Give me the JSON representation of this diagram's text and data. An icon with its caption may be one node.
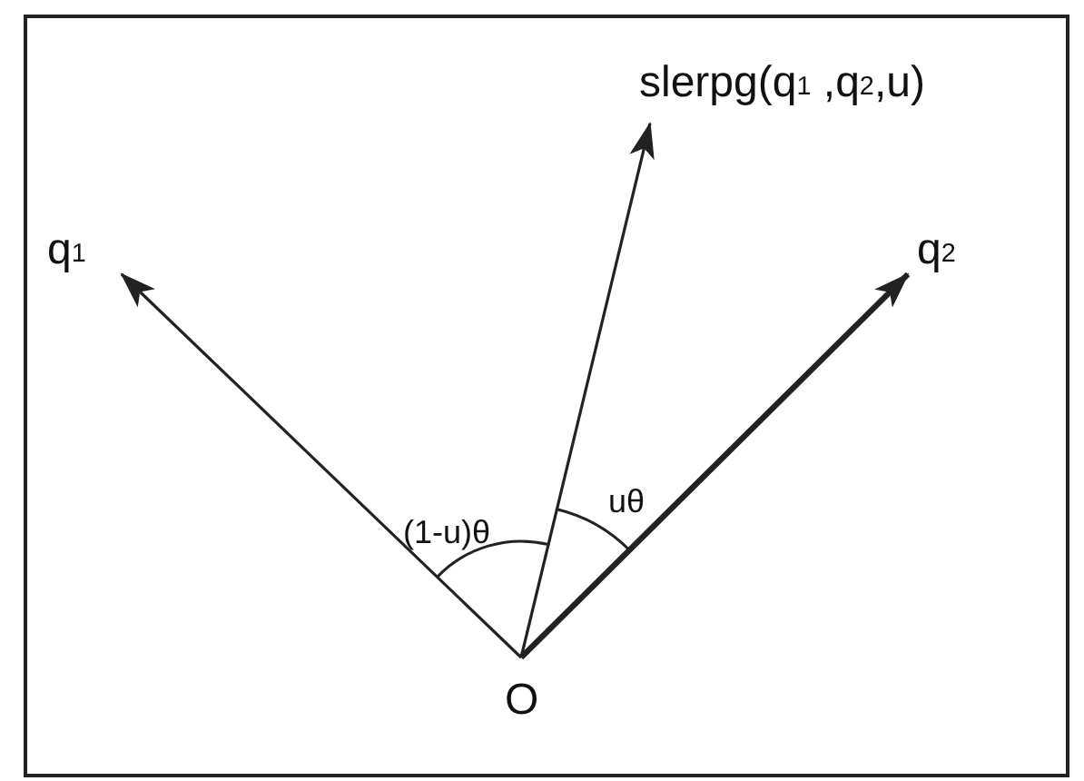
{
  "diagram": {
    "nodes": [
      {
        "text": [
          "q$_{1}$"
        ]
      },
      {
        "text": [
          "slerpg(q$_{1}$ ,q$_{2}$,u)"
        ]
      },
      {
        "text": [
          "q$_{2}$"
        ]
      },
      {
        "text": [
          "O"
        ]
      }
    ],
    "edges": [
      {
        "from": 3,
        "to": 0,
        "arrow": "to"
      },
      {
        "from": 3,
        "to": 1,
        "arrow": "to"
      },
      {
        "from": 3,
        "to": 2,
        "arrow": "to",
        "style": "thick"
      }
    ],
    "labels": [
      "(1-u)θ",
      "uθ"
    ]
  }
}
